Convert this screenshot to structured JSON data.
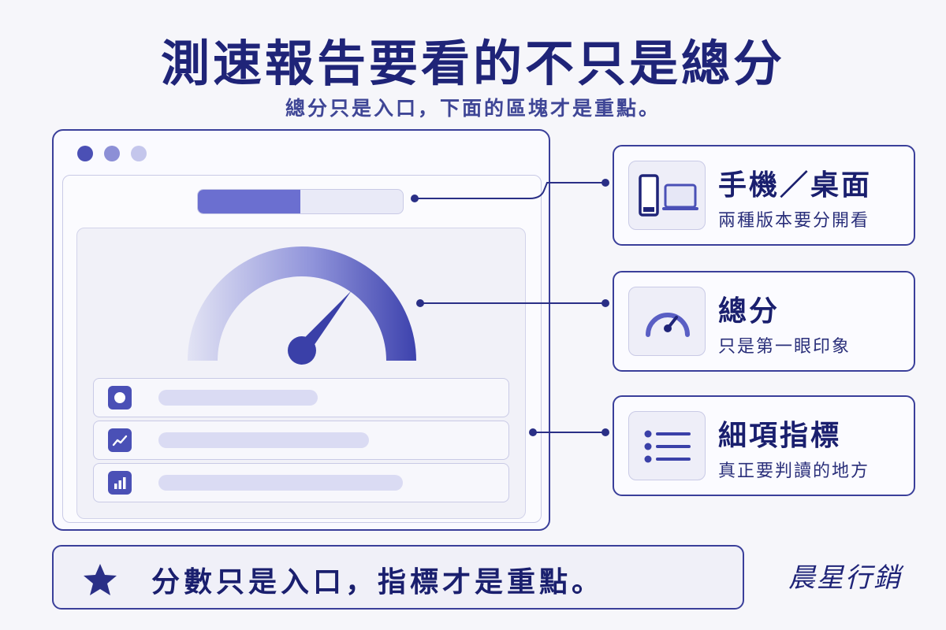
{
  "header": {
    "title": "測速報告要看的不只是總分",
    "subtitle": "總分只是入口，下面的區塊才是重點。"
  },
  "mockup": {
    "window_dot_colors": [
      "#4b50b5",
      "#8c8fd6",
      "#c4c6ec"
    ],
    "tab_progress": 0.5,
    "gauge_reading": 0.72,
    "rows": [
      {
        "icon": "circle-icon",
        "bar_fill": 0.47
      },
      {
        "icon": "trend-line-icon",
        "bar_fill": 0.62
      },
      {
        "icon": "bar-chart-icon",
        "bar_fill": 0.72
      }
    ]
  },
  "callouts": [
    {
      "icon": "device-icon",
      "title": "手機／桌面",
      "description": "兩種版本要分開看"
    },
    {
      "icon": "gauge-icon",
      "title": "總分",
      "description": "只是第一眼印象"
    },
    {
      "icon": "list-icon",
      "title": "細項指標",
      "description": "真正要判讀的地方"
    }
  ],
  "banner": {
    "icon": "star-icon",
    "text": "分數只是入口，指標才是重點。"
  },
  "brand": {
    "signature": "晨星行銷"
  },
  "colors": {
    "accent": "#4a50b6",
    "navy": "#1f2478",
    "border": "#3a3f9a",
    "light": "#dadbf3"
  }
}
